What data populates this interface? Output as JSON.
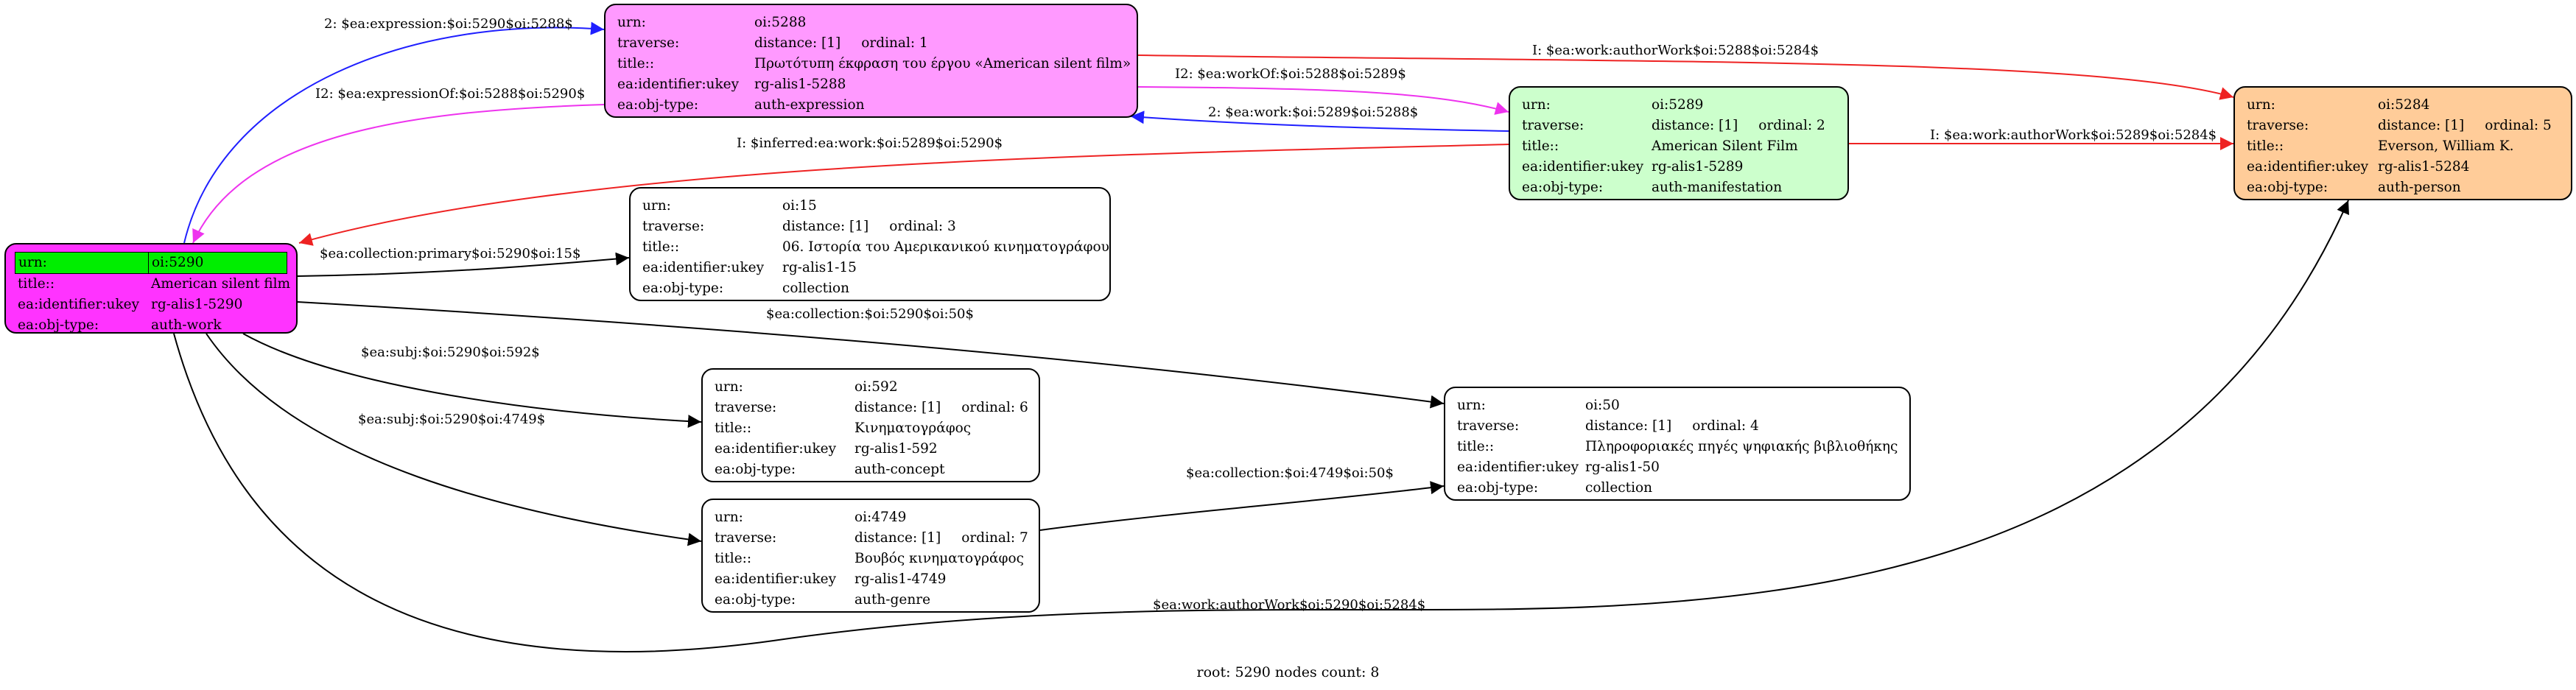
{
  "colors": {
    "expression_fill": "#ff99ff",
    "manifestation_fill": "#ccffcc",
    "person_fill": "#ffcc99",
    "work_fill": "#ff33ff",
    "root_urn_highlight": "#00ee00",
    "plain_fill": "#ffffff",
    "edge_blue": "#1f1fff",
    "edge_magenta": "#ee33ee",
    "edge_red": "#ee2222",
    "edge_black": "#000000"
  },
  "nodes": {
    "n5288": {
      "labels": [
        "urn:",
        "traverse:",
        "title::",
        "ea:identifier:ukey",
        "ea:obj-type:"
      ],
      "urn": "oi:5288",
      "distance": "distance: [1]",
      "ordinal": "ordinal: 1",
      "title": "Πρωτότυπη έκφραση του έργου «American silent film»",
      "ukey": "rg-alis1-5288",
      "objtype": "auth-expression"
    },
    "n5289": {
      "labels": [
        "urn:",
        "traverse:",
        "title::",
        "ea:identifier:ukey",
        "ea:obj-type:"
      ],
      "urn": "oi:5289",
      "distance": "distance: [1]",
      "ordinal": "ordinal: 2",
      "title": "American Silent Film",
      "ukey": "rg-alis1-5289",
      "objtype": "auth-manifestation"
    },
    "n5284": {
      "labels": [
        "urn:",
        "traverse:",
        "title::",
        "ea:identifier:ukey",
        "ea:obj-type:"
      ],
      "urn": "oi:5284",
      "distance": "distance: [1]",
      "ordinal": "ordinal: 5",
      "title": "Everson, William K.",
      "ukey": "rg-alis1-5284",
      "objtype": "auth-person"
    },
    "n5290": {
      "labels": [
        "urn:",
        "title::",
        "ea:identifier:ukey",
        "ea:obj-type:"
      ],
      "urn": "oi:5290",
      "title": "American silent film",
      "ukey": "rg-alis1-5290",
      "objtype": "auth-work"
    },
    "n15": {
      "labels": [
        "urn:",
        "traverse:",
        "title::",
        "ea:identifier:ukey",
        "ea:obj-type:"
      ],
      "urn": "oi:15",
      "distance": "distance: [1]",
      "ordinal": "ordinal: 3",
      "title": "06. Ιστορία του Αμερικανικού κινηματογράφου",
      "ukey": "rg-alis1-15",
      "objtype": "collection"
    },
    "n592": {
      "labels": [
        "urn:",
        "traverse:",
        "title::",
        "ea:identifier:ukey",
        "ea:obj-type:"
      ],
      "urn": "oi:592",
      "distance": "distance: [1]",
      "ordinal": "ordinal: 6",
      "title": "Κινηματογράφος",
      "ukey": "rg-alis1-592",
      "objtype": "auth-concept"
    },
    "n4749": {
      "labels": [
        "urn:",
        "traverse:",
        "title::",
        "ea:identifier:ukey",
        "ea:obj-type:"
      ],
      "urn": "oi:4749",
      "distance": "distance: [1]",
      "ordinal": "ordinal: 7",
      "title": "Βουβός κινηματογράφος",
      "ukey": "rg-alis1-4749",
      "objtype": "auth-genre"
    },
    "n50": {
      "labels": [
        "urn:",
        "traverse:",
        "title::",
        "ea:identifier:ukey",
        "ea:obj-type:"
      ],
      "urn": "oi:50",
      "distance": "distance: [1]",
      "ordinal": "ordinal: 4",
      "title": "Πληροφοριακές πηγές ψηφιακής βιβλιοθήκης",
      "ukey": "rg-alis1-50",
      "objtype": "collection"
    }
  },
  "edges": {
    "e1": "2: $ea:expression:$oi:5290$oi:5288$",
    "e2": "I2: $ea:expressionOf:$oi:5288$oi:5290$",
    "e3": "I: $ea:work:authorWork$oi:5288$oi:5284$",
    "e4": "I2: $ea:workOf:$oi:5288$oi:5289$",
    "e5": "2: $ea:work:$oi:5289$oi:5288$",
    "e6": "I: $ea:work:authorWork$oi:5289$oi:5284$",
    "e7": "I: $inferred:ea:work:$oi:5289$oi:5290$",
    "e8": "$ea:collection:primary$oi:5290$oi:15$",
    "e9": "$ea:collection:$oi:5290$oi:50$",
    "e10": "$ea:subj:$oi:5290$oi:592$",
    "e11": "$ea:subj:$oi:5290$oi:4749$",
    "e12": "$ea:collection:$oi:4749$oi:50$",
    "e13": "$ea:work:authorWork$oi:5290$oi:5284$"
  },
  "caption": "root: 5290 nodes count: 8"
}
